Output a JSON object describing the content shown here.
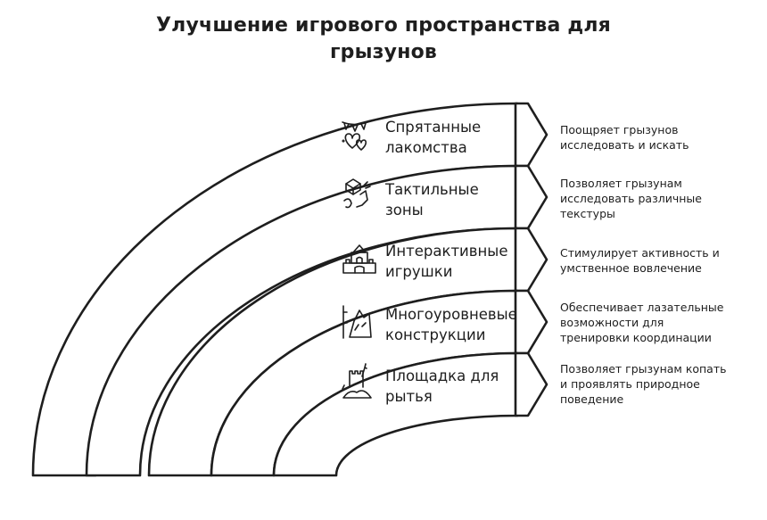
{
  "title_lines": [
    "Улучшение игрового пространства для",
    "грызунов"
  ],
  "items": [
    {
      "label": [
        "Спрятанные",
        "лакомства"
      ],
      "icon": "hearts-bunting-icon",
      "description": [
        "Поощряет грызунов",
        "исследовать и искать"
      ]
    },
    {
      "label": [
        "Тактильные",
        "зоны"
      ],
      "icon": "tactile-touch-icon",
      "description": [
        "Позволяет грызунам",
        "исследовать различные",
        "текстуры"
      ]
    },
    {
      "label": [
        "Интерактивные",
        "игрушки"
      ],
      "icon": "toy-castle-icon",
      "description": [
        "Стимулирует активность и",
        "умственное вовлечение"
      ]
    },
    {
      "label": [
        "Многоуровневые",
        "конструкции"
      ],
      "icon": "climbing-rock-icon",
      "description": [
        "Обеспечивает лазательные",
        "возможности для",
        "тренировки координации"
      ]
    },
    {
      "label": [
        "Площадка для",
        "рытья"
      ],
      "icon": "digging-sandcastle-icon",
      "description": [
        "Позволяет грызунам копать",
        "и проявлять природное",
        "поведение"
      ]
    }
  ]
}
